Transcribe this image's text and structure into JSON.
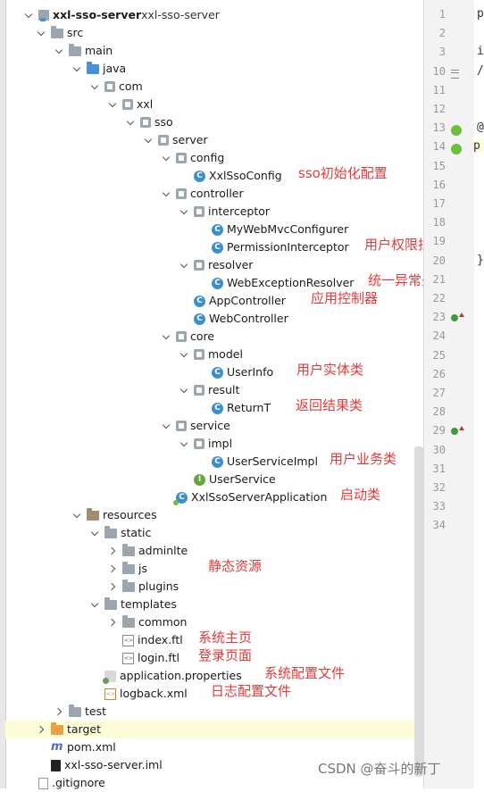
{
  "tree": [
    {
      "label": "xxl-sso-server",
      "suffix": "xxl-sso-server",
      "icon": "module",
      "arrow": "down",
      "bold": true
    },
    {
      "label": "src",
      "icon": "folder",
      "arrow": "down"
    },
    {
      "label": "main",
      "icon": "folder",
      "arrow": "down"
    },
    {
      "label": "java",
      "icon": "folder-blue",
      "arrow": "down"
    },
    {
      "label": "com",
      "icon": "package",
      "arrow": "down"
    },
    {
      "label": "xxl",
      "icon": "package",
      "arrow": "down"
    },
    {
      "label": "sso",
      "icon": "package",
      "arrow": "down"
    },
    {
      "label": "server",
      "icon": "package",
      "arrow": "down"
    },
    {
      "label": "config",
      "icon": "package",
      "arrow": "down"
    },
    {
      "label": "XxlSsoConfig",
      "icon": "class",
      "arrow": "none"
    },
    {
      "label": "controller",
      "icon": "package",
      "arrow": "down"
    },
    {
      "label": "interceptor",
      "icon": "package",
      "arrow": "down"
    },
    {
      "label": "MyWebMvcConfigurer",
      "icon": "class",
      "arrow": "none"
    },
    {
      "label": "PermissionInterceptor",
      "icon": "class",
      "arrow": "none"
    },
    {
      "label": "resolver",
      "icon": "package",
      "arrow": "down"
    },
    {
      "label": "WebExceptionResolver",
      "icon": "class",
      "arrow": "none"
    },
    {
      "label": "AppController",
      "icon": "class",
      "arrow": "none"
    },
    {
      "label": "WebController",
      "icon": "class",
      "arrow": "none"
    },
    {
      "label": "core",
      "icon": "package",
      "arrow": "down"
    },
    {
      "label": "model",
      "icon": "package",
      "arrow": "down"
    },
    {
      "label": "UserInfo",
      "icon": "class",
      "arrow": "none"
    },
    {
      "label": "result",
      "icon": "package",
      "arrow": "down"
    },
    {
      "label": "ReturnT",
      "icon": "class",
      "arrow": "none"
    },
    {
      "label": "service",
      "icon": "package",
      "arrow": "down"
    },
    {
      "label": "impl",
      "icon": "package",
      "arrow": "down"
    },
    {
      "label": "UserServiceImpl",
      "icon": "class",
      "arrow": "none"
    },
    {
      "label": "UserService",
      "icon": "interface",
      "arrow": "none"
    },
    {
      "label": "XxlSsoServerApplication",
      "icon": "app",
      "arrow": "none"
    },
    {
      "label": "resources",
      "icon": "folder-res",
      "arrow": "down"
    },
    {
      "label": "static",
      "icon": "folder",
      "arrow": "down"
    },
    {
      "label": "adminlte",
      "icon": "folder",
      "arrow": "right"
    },
    {
      "label": "js",
      "icon": "folder",
      "arrow": "right"
    },
    {
      "label": "plugins",
      "icon": "folder",
      "arrow": "right"
    },
    {
      "label": "templates",
      "icon": "folder",
      "arrow": "down"
    },
    {
      "label": "common",
      "icon": "folder",
      "arrow": "right"
    },
    {
      "label": "index.ftl",
      "icon": "ftl",
      "arrow": "none"
    },
    {
      "label": "login.ftl",
      "icon": "ftl",
      "arrow": "none"
    },
    {
      "label": "application.properties",
      "icon": "properties",
      "arrow": "none"
    },
    {
      "label": "logback.xml",
      "icon": "xml",
      "arrow": "none"
    },
    {
      "label": "test",
      "icon": "folder",
      "arrow": "right"
    },
    {
      "label": "target",
      "icon": "folder-orange",
      "arrow": "right",
      "highlight": true
    },
    {
      "label": "pom.xml",
      "icon": "maven",
      "arrow": "none"
    },
    {
      "label": "xxl-sso-server.iml",
      "icon": "iml",
      "arrow": "none"
    },
    {
      "label": ".gitignore",
      "icon": "git",
      "arrow": "none"
    }
  ],
  "notes": [
    {
      "text": "sso初始化配置",
      "row": 9
    },
    {
      "text": "用户权限拦截器",
      "row": 13
    },
    {
      "text": "统一异常处理",
      "row": 15
    },
    {
      "text": "应用控制器",
      "row": 16
    },
    {
      "text": "用户实体类",
      "row": 20
    },
    {
      "text": "返回结果类",
      "row": 22
    },
    {
      "text": "用户业务类",
      "row": 25
    },
    {
      "text": "启动类",
      "row": 27
    },
    {
      "text": "静态资源",
      "row": 31
    },
    {
      "text": "系统主页",
      "row": 35
    },
    {
      "text": "登录页面",
      "row": 36
    },
    {
      "text": "系统配置文件",
      "row": 37
    },
    {
      "text": "日志配置文件",
      "row": 38
    }
  ],
  "gutter_lines": [
    "1",
    "2",
    "3",
    "10",
    "11",
    "12",
    "13",
    "14",
    "15",
    "16",
    "17",
    "18",
    "19",
    "20",
    "21",
    "22",
    "23",
    "24",
    "25",
    "26",
    "27",
    "28",
    "29",
    "30",
    "31",
    "32",
    "33",
    "34"
  ],
  "editor_chars": {
    "row0": "p",
    "row2": "i",
    "row3": "/",
    "row6": "@",
    "row7": "p",
    "row13": "}"
  },
  "watermark": "CSDN @奋斗的新丁"
}
